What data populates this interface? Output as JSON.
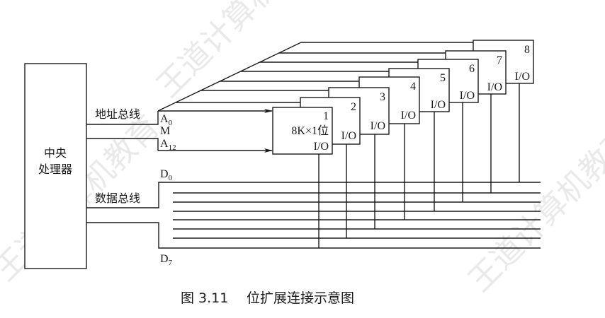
{
  "watermark": {
    "text": "王道计算机教育"
  },
  "cpu": {
    "line1": "中央",
    "line2": "处理器"
  },
  "address_bus": {
    "label": "地址总线",
    "a0_main": "A",
    "a0_sub": "0",
    "m": "M",
    "a12_main": "A",
    "a12_sub": "12"
  },
  "data_bus": {
    "label": "数据总线",
    "d0_main": "D",
    "d0_sub": "0",
    "d7_main": "D",
    "d7_sub": "7"
  },
  "chips": [
    {
      "number": "1",
      "spec": "8K×1位",
      "io": "I/O"
    },
    {
      "number": "2",
      "io": "I/O"
    },
    {
      "number": "3",
      "io": "I/O"
    },
    {
      "number": "4",
      "io": "I/O"
    },
    {
      "number": "5",
      "io": "I/O"
    },
    {
      "number": "6",
      "io": "I/O"
    },
    {
      "number": "7",
      "io": "I/O"
    },
    {
      "number": "8",
      "io": "I/O"
    }
  ],
  "caption": {
    "figure": "图 3.11",
    "title": "位扩展连接示意图"
  }
}
